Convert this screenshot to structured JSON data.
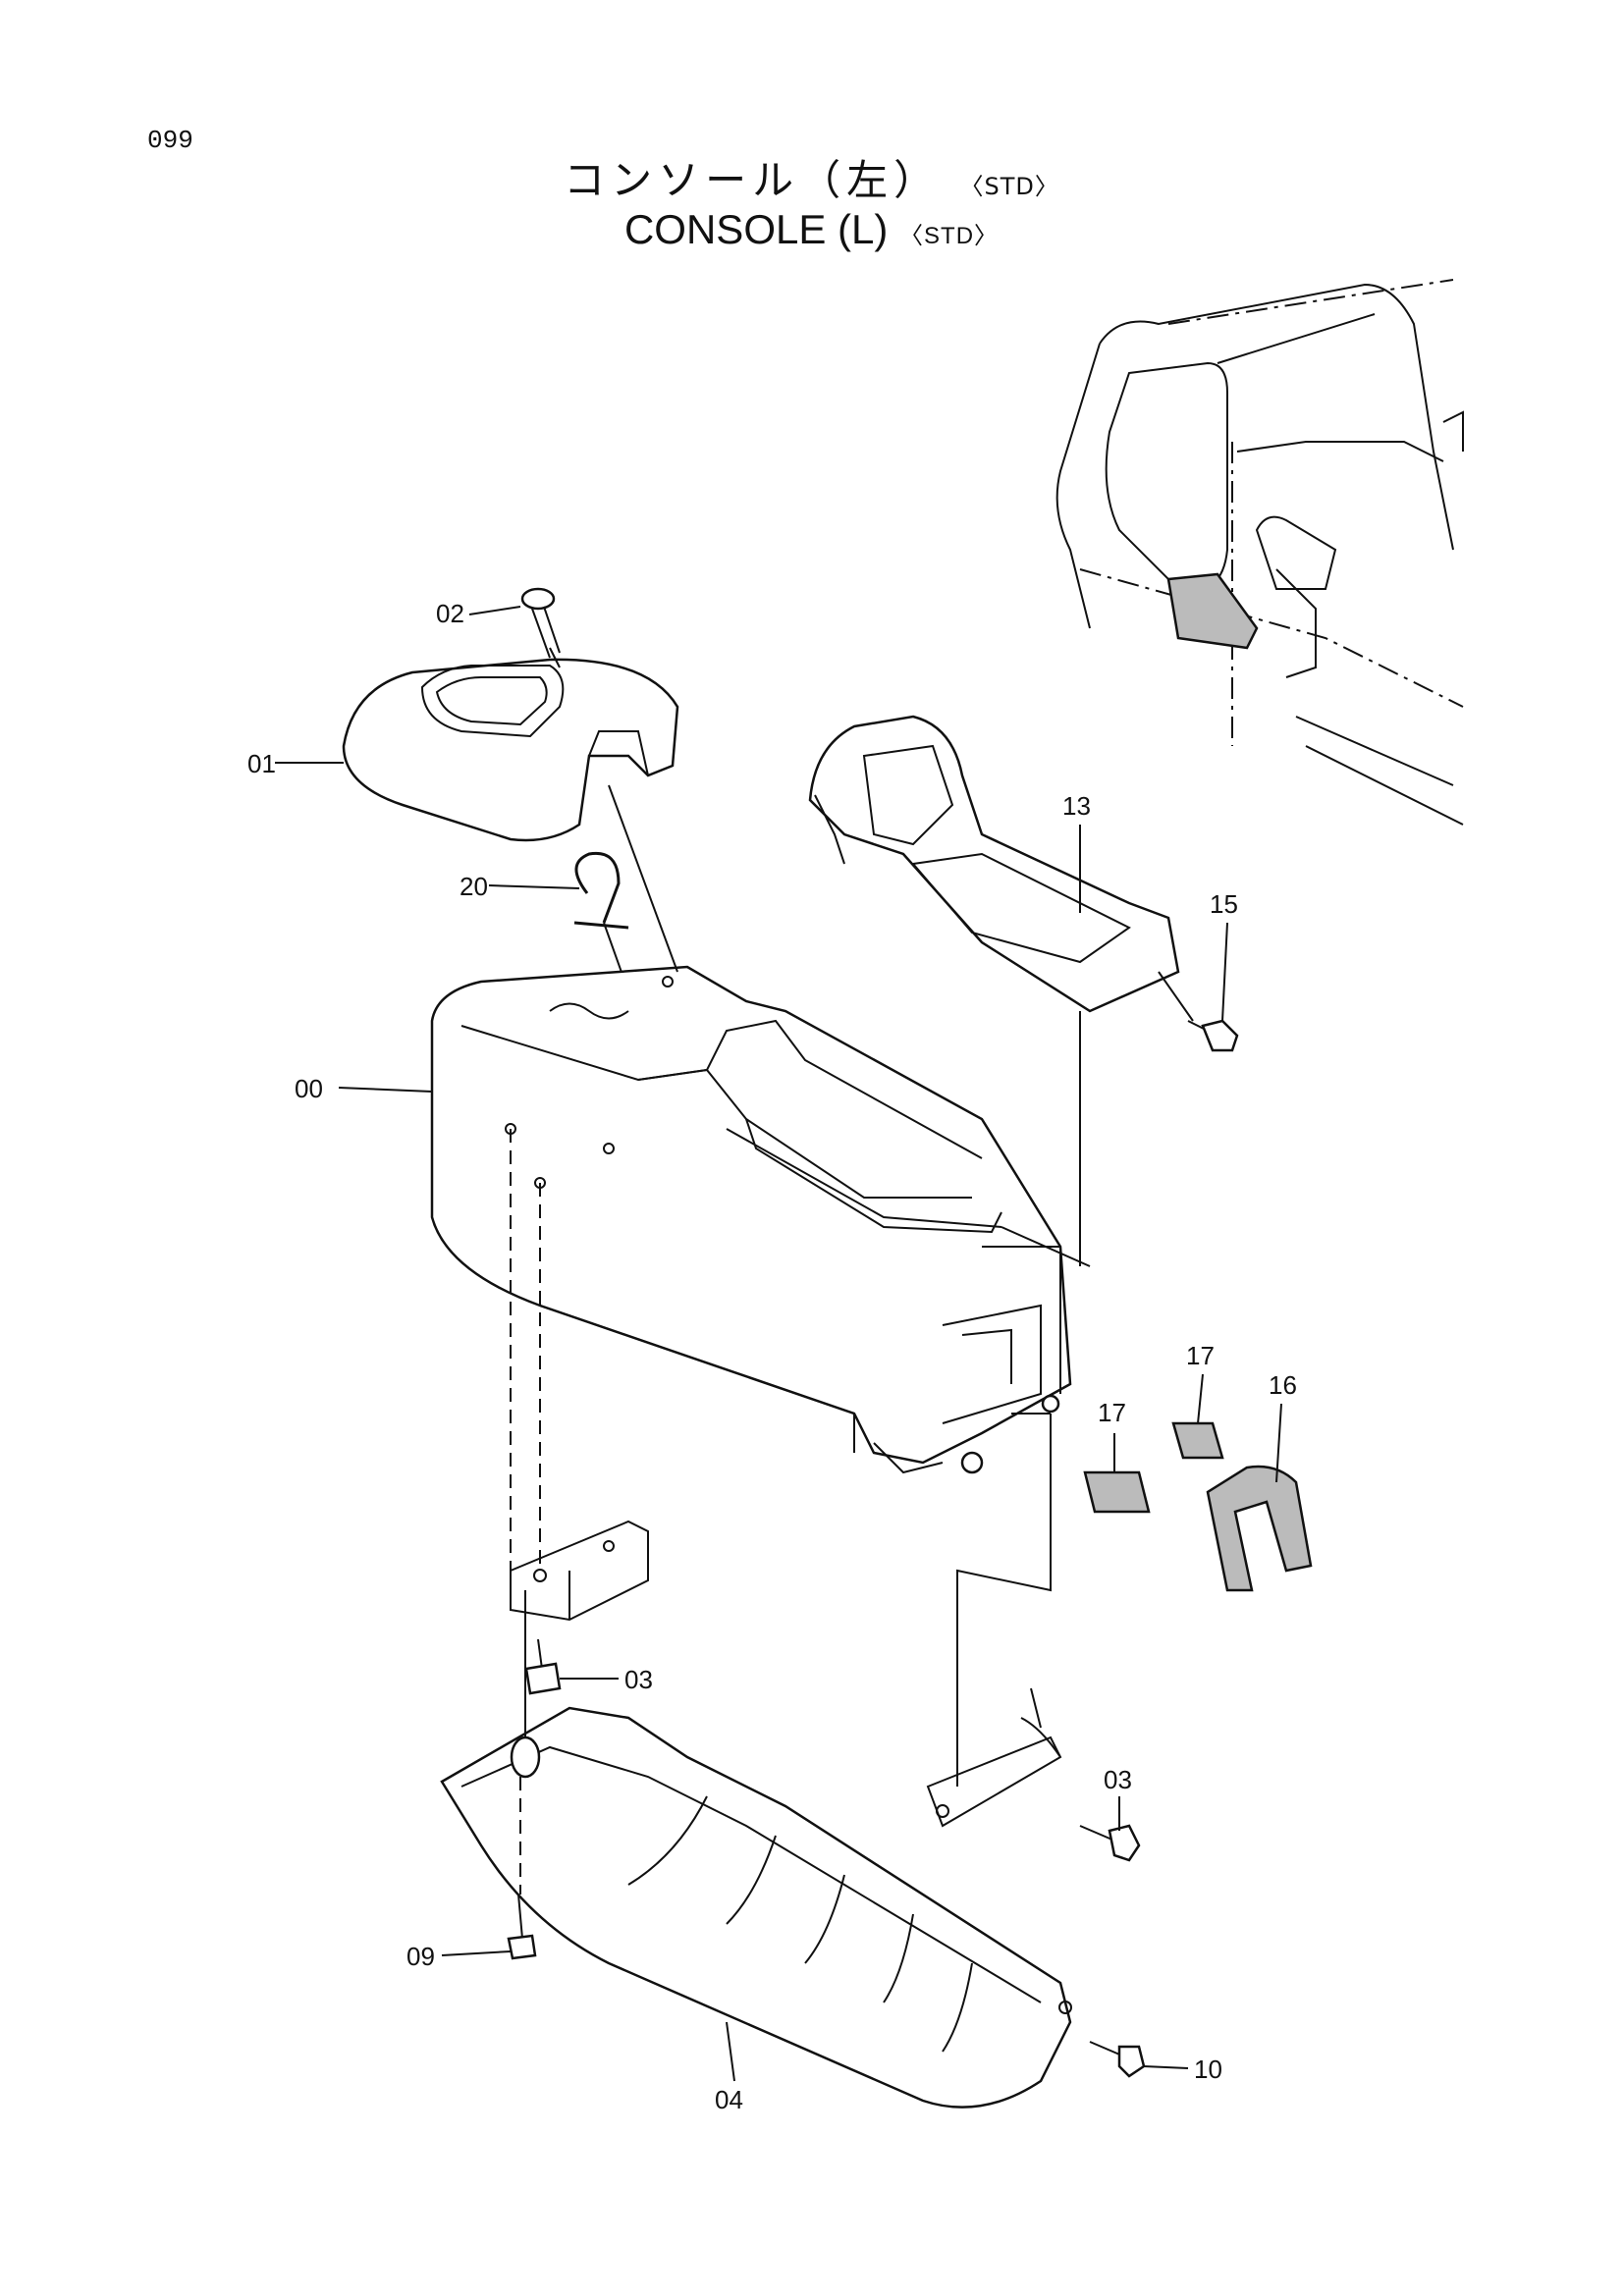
{
  "page_number": "099",
  "title": {
    "japanese": "コンソール（左）",
    "english": "CONSOLE (L)",
    "variant": "〈STD〉"
  },
  "part_labels": [
    {
      "id": "00",
      "text": "00"
    },
    {
      "id": "01",
      "text": "01"
    },
    {
      "id": "02",
      "text": "02"
    },
    {
      "id": "03a",
      "text": "03"
    },
    {
      "id": "03b",
      "text": "03"
    },
    {
      "id": "04",
      "text": "04"
    },
    {
      "id": "09",
      "text": "09"
    },
    {
      "id": "10",
      "text": "10"
    },
    {
      "id": "13",
      "text": "13"
    },
    {
      "id": "15",
      "text": "15"
    },
    {
      "id": "16",
      "text": "16"
    },
    {
      "id": "17a",
      "text": "17"
    },
    {
      "id": "17b",
      "text": "17"
    },
    {
      "id": "20",
      "text": "20"
    }
  ]
}
